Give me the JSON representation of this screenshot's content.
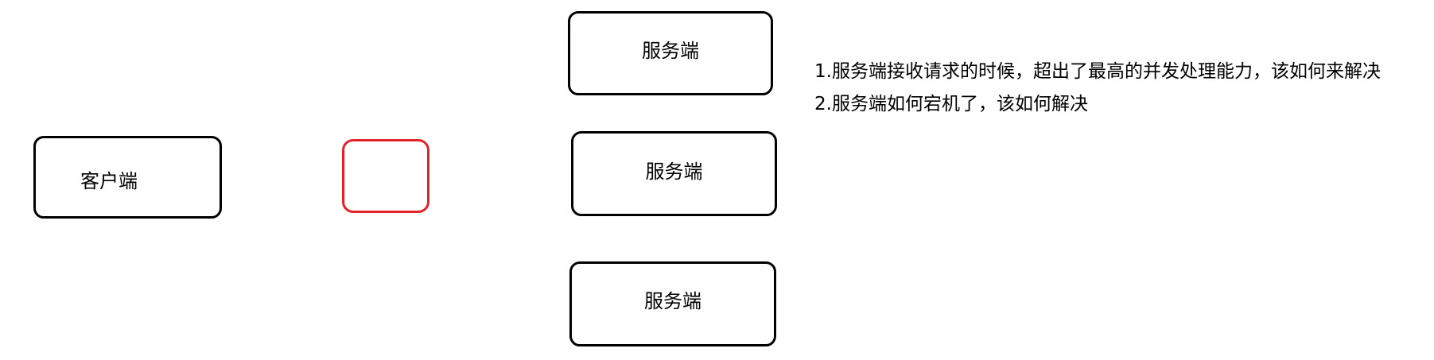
{
  "client": {
    "label": "客户端"
  },
  "servers": [
    {
      "label": "服务端"
    },
    {
      "label": "服务端"
    },
    {
      "label": "服务端"
    }
  ],
  "notes": [
    "1.服务端接收请求的时候，超出了最高的并发处理能力，该如何来解决",
    "2.服务端如何宕机了，该如何解决"
  ],
  "colors": {
    "box_border": "#000000",
    "highlight_border": "#e3222a",
    "background": "#ffffff"
  }
}
